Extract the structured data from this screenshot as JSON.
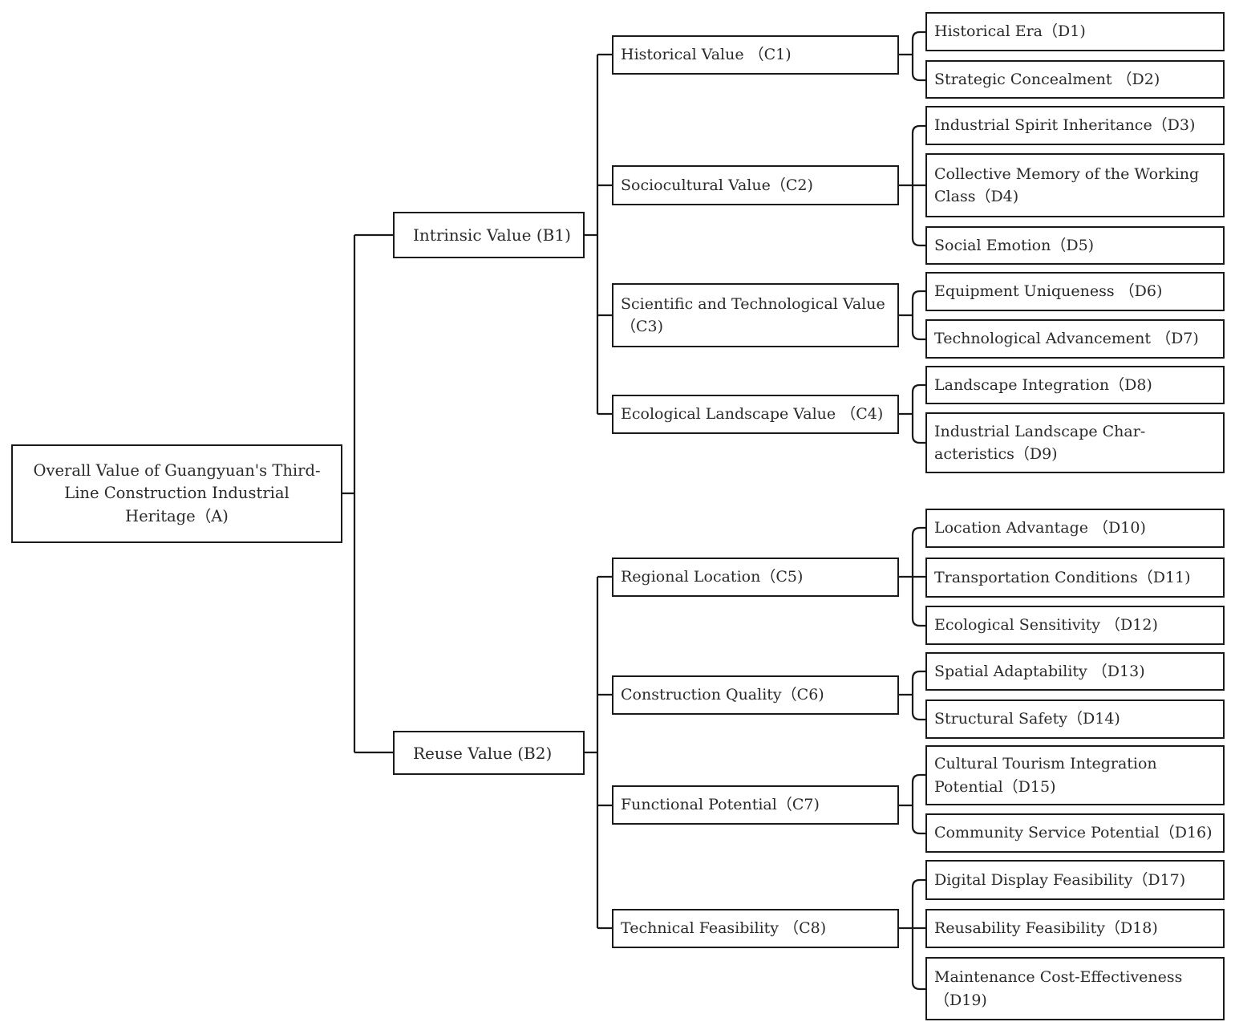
{
  "root": {
    "label": "Overall Value of Guangyuan's Third-Line Construction Industrial Heritage（A)"
  },
  "b1": {
    "label": "Intrinsic Value (B1)"
  },
  "b2": {
    "label": "Reuse Value (B2)"
  },
  "c1": {
    "label": "Historical Value （C1)"
  },
  "c2": {
    "label": "Sociocultural Value（C2)"
  },
  "c3": {
    "label": "Scientific and Technological Value（C3)"
  },
  "c4": {
    "label": "Ecological Landscape Value （C4)"
  },
  "c5": {
    "label": "Regional Location（C5)"
  },
  "c6": {
    "label": "Construction Quality（C6)"
  },
  "c7": {
    "label": "Functional Potential（C7)"
  },
  "c8": {
    "label": "Technical Feasibility （C8)"
  },
  "d1": {
    "label": "Historical Era（D1)"
  },
  "d2": {
    "label": "Strategic Concealment （D2)"
  },
  "d3": {
    "label": "Industrial Spirit Inheritance（D3)"
  },
  "d4": {
    "label": "Collective Memory of the Working Class（D4)"
  },
  "d5": {
    "label": "Social Emotion（D5)"
  },
  "d6": {
    "label": "Equipment Uniqueness （D6)"
  },
  "d7": {
    "label": "Technological Advancement （D7)"
  },
  "d8": {
    "label": "Landscape Integration（D8)"
  },
  "d9": {
    "label": "Industrial Landscape Char-acteristics（D9)"
  },
  "d10": {
    "label": "Location Advantage （D10)"
  },
  "d11": {
    "label": "Transportation Conditions（D11)"
  },
  "d12": {
    "label": "Ecological Sensitivity （D12)"
  },
  "d13": {
    "label": "Spatial Adaptability （D13)"
  },
  "d14": {
    "label": "Structural Safety（D14)"
  },
  "d15": {
    "label": "Cultural Tourism Integration Potential（D15)"
  },
  "d16": {
    "label": "Community Service Potential（D16)"
  },
  "d17": {
    "label": "Digital Display Feasibility（D17)"
  },
  "d18": {
    "label": "Reusability Feasibility（D18)"
  },
  "d19": {
    "label": "Maintenance Cost-Effectiveness（D19)"
  }
}
